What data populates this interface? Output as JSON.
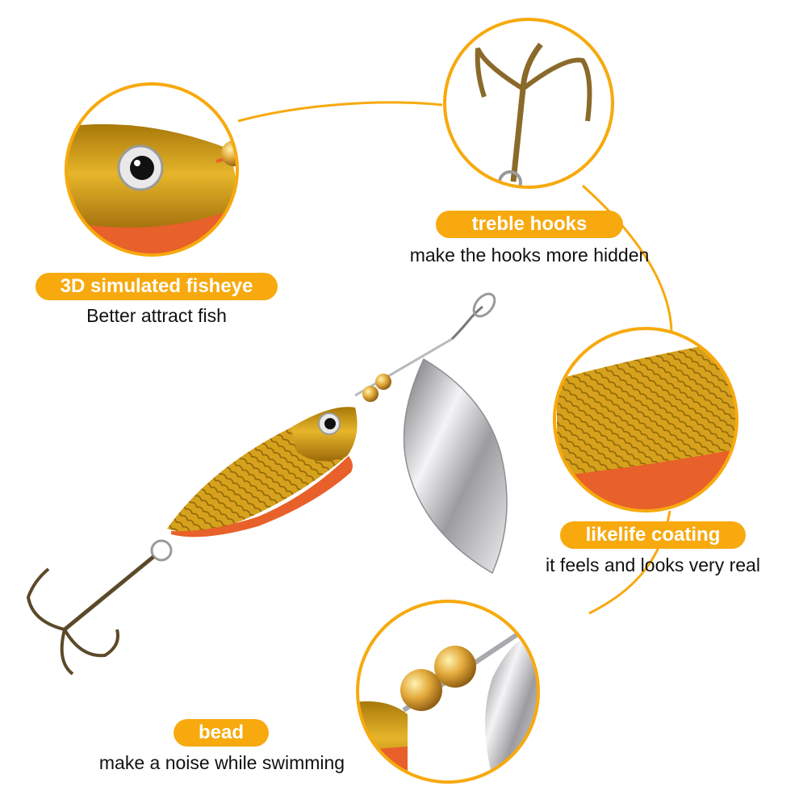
{
  "colors": {
    "accent": "#F7A90E",
    "gold": "#D9A21A",
    "orange": "#E8602A",
    "silver": "#C7C7C9",
    "hook": "#6E5A2E"
  },
  "features": [
    {
      "title": "3D simulated fisheye",
      "caption": "Better attract fish",
      "image": "fisheye-closeup"
    },
    {
      "title": "treble hooks",
      "caption": "make the hooks more hidden",
      "image": "treble-hook-closeup"
    },
    {
      "title": "likelife coating",
      "caption": "it feels and looks very real",
      "image": "scale-coating-closeup"
    },
    {
      "title": "bead",
      "caption": "make a noise while swimming",
      "image": "bead-closeup"
    }
  ],
  "product": {
    "name": "spinner-lure-with-willow-blade"
  }
}
